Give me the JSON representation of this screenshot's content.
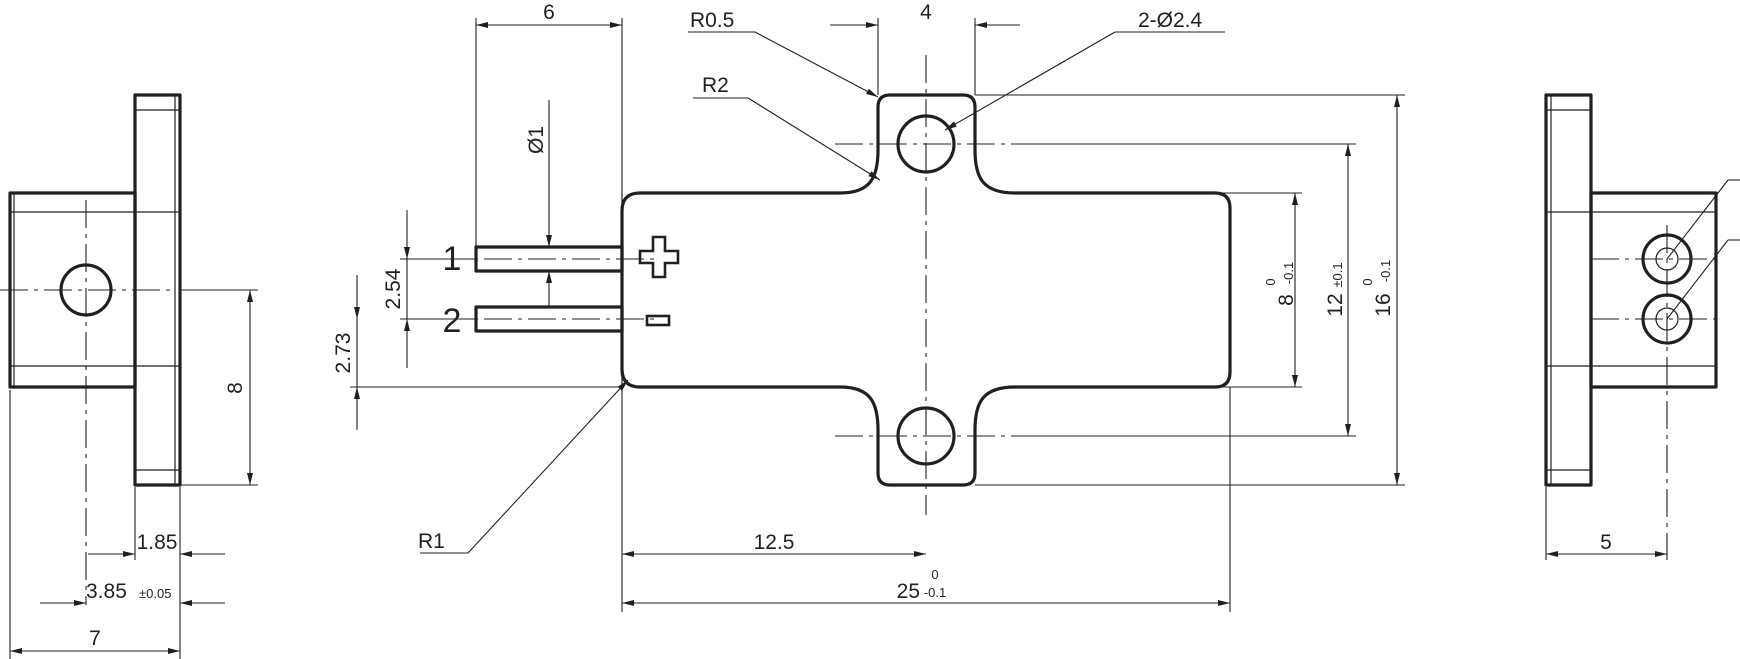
{
  "diagram": {
    "dimensions": {
      "d6": "6",
      "d4": "4",
      "r05": "R0.5",
      "holes": "2-Ø2.4",
      "r2": "R2",
      "phi1": "Ø1",
      "d254": "2.54",
      "d273": "2.73",
      "r1": "R1",
      "d125": "12.5",
      "d25": "25",
      "d25_tol_upper": "0",
      "d25_tol_lower": "-0.1",
      "d8": "8",
      "d8_tol_upper": "0",
      "d8_tol_lower": "-0.1",
      "d12": "12",
      "d12_tol": "±0.1",
      "d16": "16",
      "d16_tol_upper": "0",
      "d16_tol_lower": "-0.1",
      "left_d8": "8",
      "d185": "1.85",
      "d385": "3.85",
      "d385_tol": "±0.05",
      "d7": "7",
      "d5": "5"
    },
    "pins": {
      "pin1": "1",
      "pin2": "2"
    },
    "polarity": {
      "plus": "+",
      "minus": "-"
    }
  }
}
